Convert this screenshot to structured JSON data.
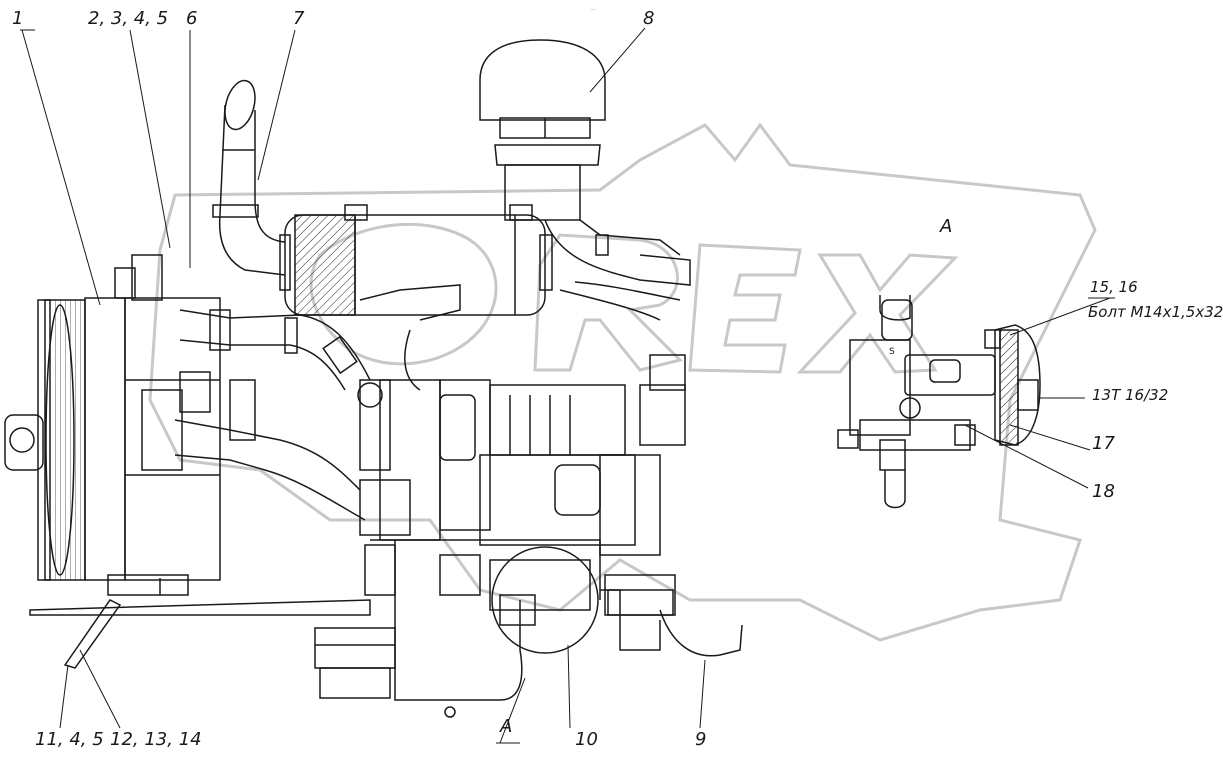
{
  "header_mark": "...",
  "callouts": {
    "c1": "1",
    "c2": "2, 3, 4, 5",
    "c6": "6",
    "c7": "7",
    "c8": "8",
    "c9": "9",
    "c10": "10",
    "c11": "11, 4, 5",
    "c12": "12, 13, 14",
    "c15": "15, 16",
    "c17": "17",
    "c18": "18",
    "view_a_detail": "A",
    "view_a_main": "A"
  },
  "notes": {
    "bolt": "Болт М14х1,5х32",
    "spline": "13Т 16/32",
    "valve_mark": "S"
  },
  "colors": {
    "line": "#1a1a1a",
    "watermark": "#c8c8c8"
  }
}
